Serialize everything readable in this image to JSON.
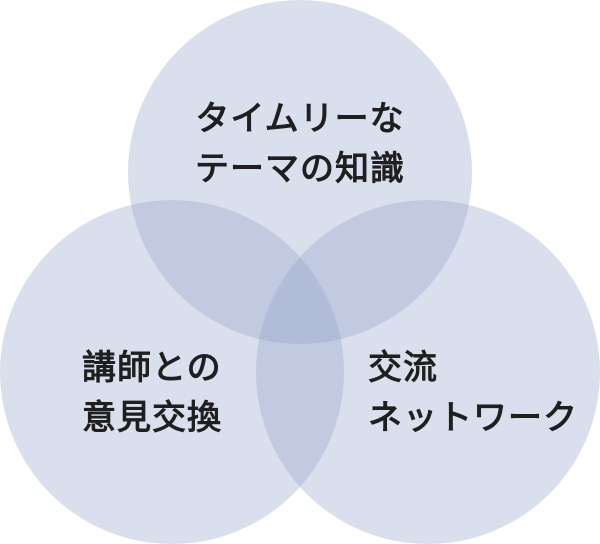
{
  "diagram": {
    "type": "venn",
    "circles": [
      {
        "id": "top",
        "lines": [
          "タイムリーな",
          "テーマの知識"
        ]
      },
      {
        "id": "left",
        "lines": [
          "講師との",
          "意見交換"
        ]
      },
      {
        "id": "right",
        "lines": [
          "交流",
          "ネットワーク"
        ]
      }
    ],
    "fill_color": "#95a6cb"
  }
}
